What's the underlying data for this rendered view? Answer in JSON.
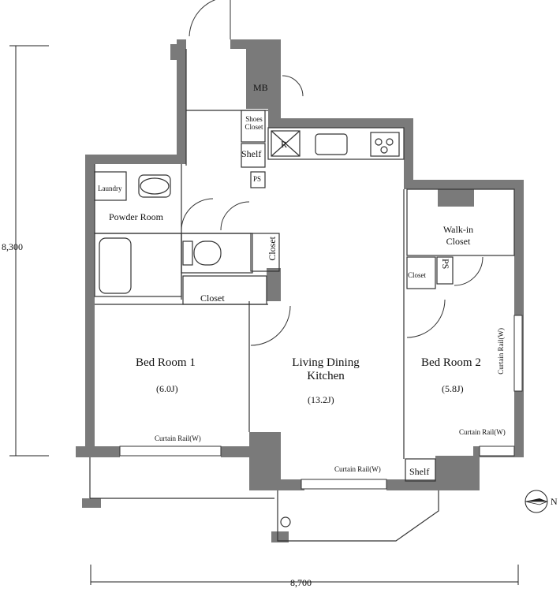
{
  "dimensions": {
    "height": "8,300",
    "width": "8,700"
  },
  "rooms": {
    "bedroom1": {
      "name": "Bed Room 1",
      "size": "(6.0J)"
    },
    "ldk": {
      "name_line1": "Living  Dining",
      "name_line2": "Kitchen",
      "size": "(13.2J)"
    },
    "bedroom2": {
      "name": "Bed Room 2",
      "size": "(5.8J)"
    },
    "powder": {
      "name": "Powder Room"
    },
    "walkin": {
      "line1": "Walk-in",
      "line2": "Closet"
    }
  },
  "fixtures": {
    "mb": "MB",
    "shoes_line1": "Shoes",
    "shoes_line2": "Closet",
    "shelf_entry": "Shelf",
    "ps_entry": "PS",
    "refrigerator": "R",
    "laundry": "Laundry",
    "closet_vertical": "Closet",
    "closet_hall": "Closet",
    "closet_bed2": "Closet",
    "ps_bed2": "PS",
    "shelf_bed2": "Shelf"
  },
  "curtain_rails": {
    "bed1": "Curtain Rail(W)",
    "ldk": "Curtain Rail(W)",
    "bed2": "Curtain Rail(W)",
    "bed2_side": "Curtain Rail(W)"
  },
  "compass": {
    "north_label": "N"
  }
}
